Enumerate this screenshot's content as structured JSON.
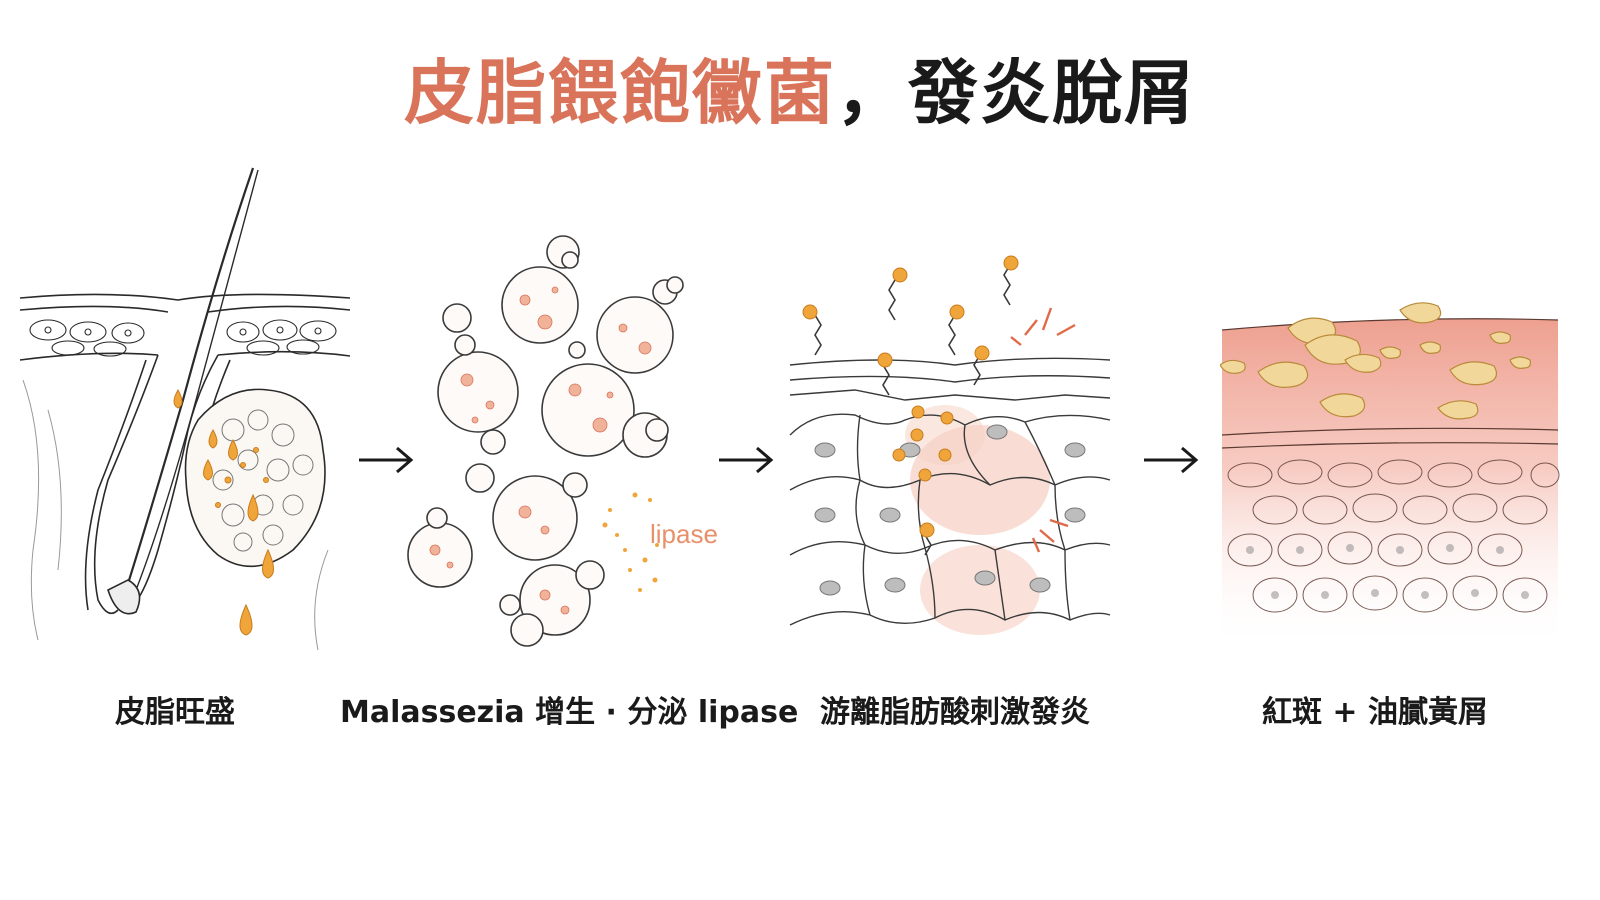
{
  "title": {
    "highlight": "皮脂餵飽黴菌",
    "rest": "，發炎脫屑"
  },
  "steps": [
    {
      "caption": "皮脂旺盛"
    },
    {
      "caption": "Malassezia 增生 · 分泌 lipase",
      "label": "lipase"
    },
    {
      "caption": "游離脂肪酸刺激發炎"
    },
    {
      "caption": "紅斑 + 油膩黃屑"
    }
  ],
  "colors": {
    "accent": "#d9745a",
    "sebum": "#f0a53a",
    "inflammation": "#e8806a",
    "scale": "#f2d79a",
    "line": "#2a2a2a"
  },
  "icons": [
    "hair-follicle-icon",
    "yeast-cells-icon",
    "fatty-acids-icon",
    "inflamed-skin-icon",
    "arrow-right-icon"
  ]
}
